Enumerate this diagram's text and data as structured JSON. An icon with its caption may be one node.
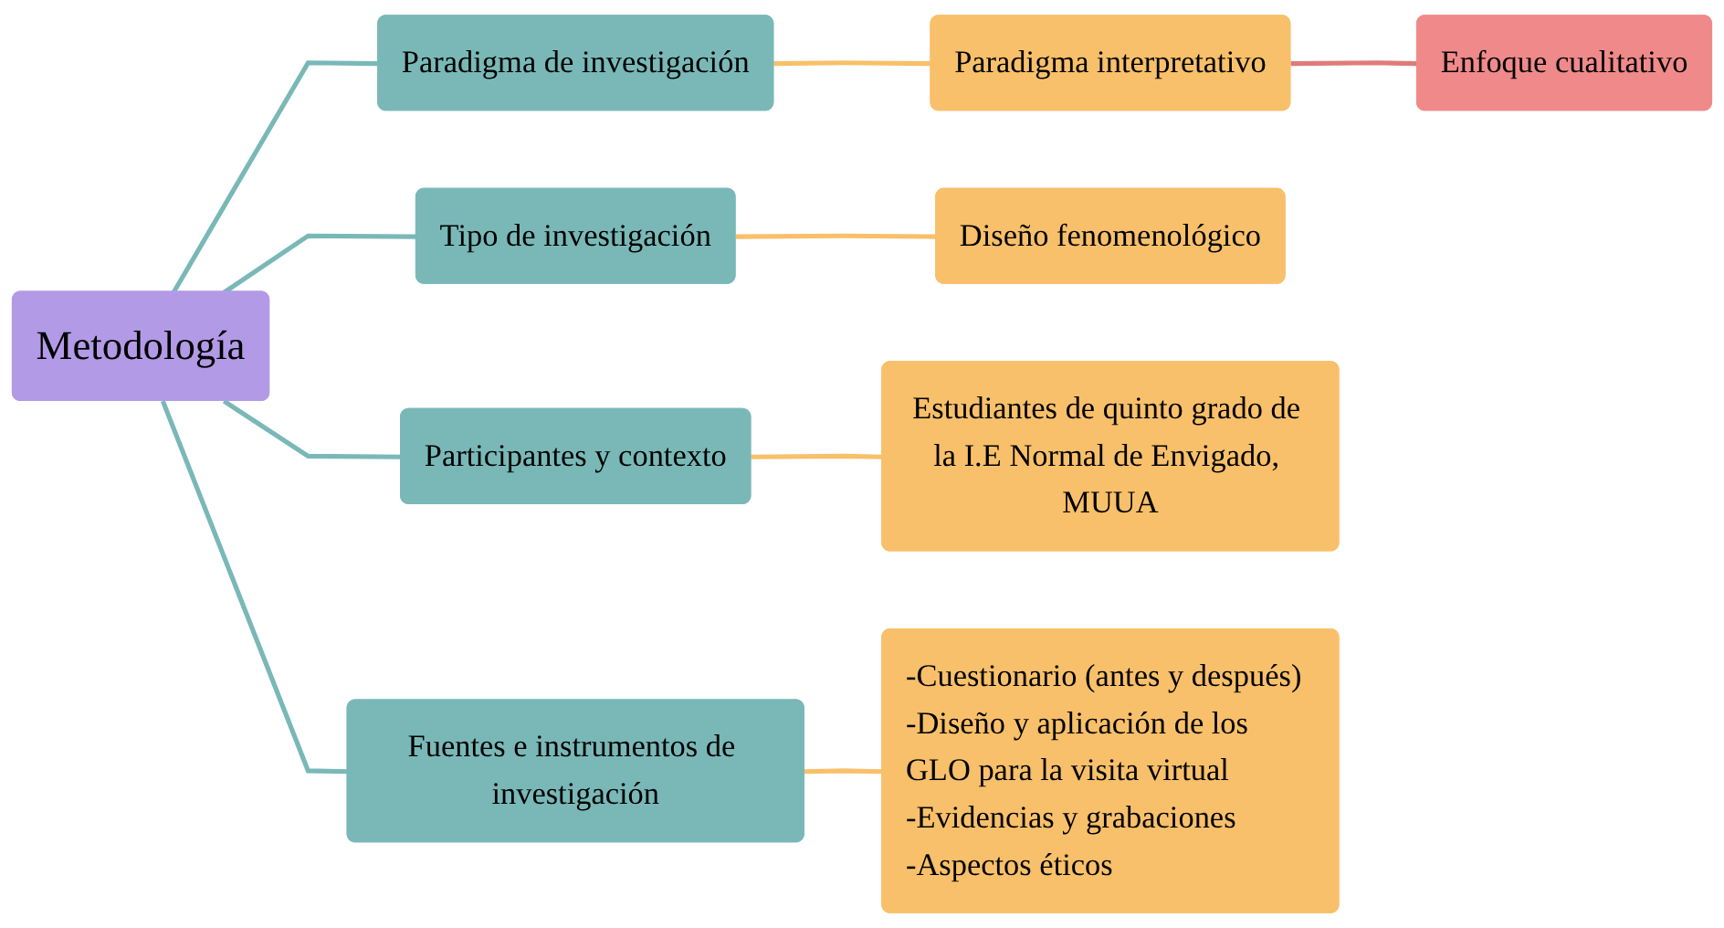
{
  "diagram": {
    "nodes": [
      {
        "text": [
          "Metodología"
        ]
      },
      {
        "text": [
          "Paradigma de investigación"
        ]
      },
      {
        "text": [
          "Paradigma interpretativo"
        ]
      },
      {
        "text": [
          "Enfoque cualitativo"
        ]
      },
      {
        "text": [
          "Tipo de investigación"
        ]
      },
      {
        "text": [
          "Diseño fenomenológico"
        ]
      },
      {
        "text": [
          "Participantes y contexto"
        ]
      },
      {
        "text": [
          "Estudiantes de quinto grado de la I.E Normal de Envigado, MUUA"
        ]
      },
      {
        "text": [
          "Fuentes e instrumentos de investigación"
        ]
      },
      {
        "text": [
          "-Cuestionario (antes y después)",
          "-Diseño y aplicación de los GLO para la visita virtual",
          "-Evidencias y grabaciones",
          "-Aspectos éticos"
        ]
      }
    ],
    "edges": [
      {
        "from": 0,
        "to": 1,
        "arrow": "none",
        "color": "#7ab8b8"
      },
      {
        "from": 1,
        "to": 2,
        "arrow": "none",
        "color": "#f8c06a"
      },
      {
        "from": 2,
        "to": 3,
        "arrow": "none",
        "color": "#e07b7b"
      },
      {
        "from": 0,
        "to": 4,
        "arrow": "none",
        "color": "#7ab8b8"
      },
      {
        "from": 4,
        "to": 5,
        "arrow": "none",
        "color": "#f8c06a"
      },
      {
        "from": 0,
        "to": 6,
        "arrow": "none",
        "color": "#7ab8b8"
      },
      {
        "from": 6,
        "to": 7,
        "arrow": "none",
        "color": "#f8c06a"
      },
      {
        "from": 0,
        "to": 8,
        "arrow": "none",
        "color": "#7ab8b8"
      },
      {
        "from": 8,
        "to": 9,
        "arrow": "none",
        "color": "#f8c06a"
      }
    ]
  }
}
